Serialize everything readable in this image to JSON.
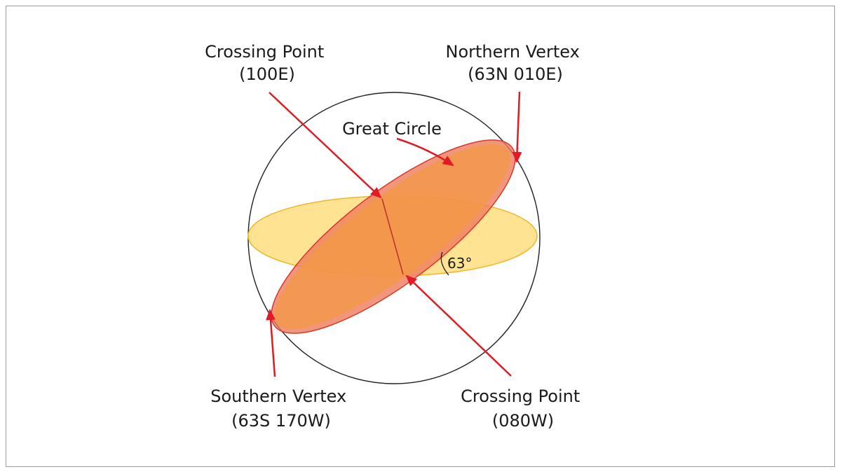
{
  "labels": {
    "crossing_point_east": {
      "line1": "Crossing Point",
      "line2": "(100E)"
    },
    "northern_vertex": {
      "line1": "Northern Vertex",
      "line2": "(63N 010E)"
    },
    "great_circle": "Great Circle",
    "angle": "63°",
    "southern_vertex": {
      "line1": "Southern Vertex",
      "line2": "(63S 170W)"
    },
    "crossing_point_west": {
      "line1": "Crossing Point",
      "line2": "(080W)"
    }
  },
  "colors": {
    "equator_fill": "#fcd96e",
    "equator_stroke": "#f3b52a",
    "great_circle_fill": "#ef7a5c",
    "great_circle_stroke": "#d63a2a",
    "overlap_fill": "#f19a4a",
    "arrow": "#e01b24",
    "sphere_stroke": "#222222"
  }
}
